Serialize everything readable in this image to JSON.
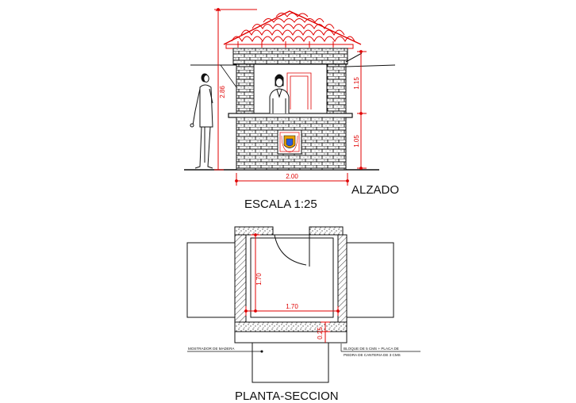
{
  "elevation": {
    "title": "ALZADO",
    "scale": "ESCALA 1:25",
    "dims": {
      "total_height": "2.86",
      "upper_height": "1.15",
      "lower_height": "1.05",
      "width": "2.00"
    }
  },
  "plan": {
    "title": "PLANTA-SECCION",
    "dims": {
      "inner_height": "1.70",
      "inner_width": "1.70",
      "wall": "0.25"
    },
    "notes": {
      "counter": "MOSTRADOR DE MADERA",
      "block_line1": "BLOQUE DE 5 CMS + PLACA DE",
      "block_line2": "PIEDRA DE CANTERIA DE 3 CMS"
    }
  },
  "colors": {
    "dimension": "#e00000",
    "linework": "#111111",
    "roof": "#e00000"
  }
}
